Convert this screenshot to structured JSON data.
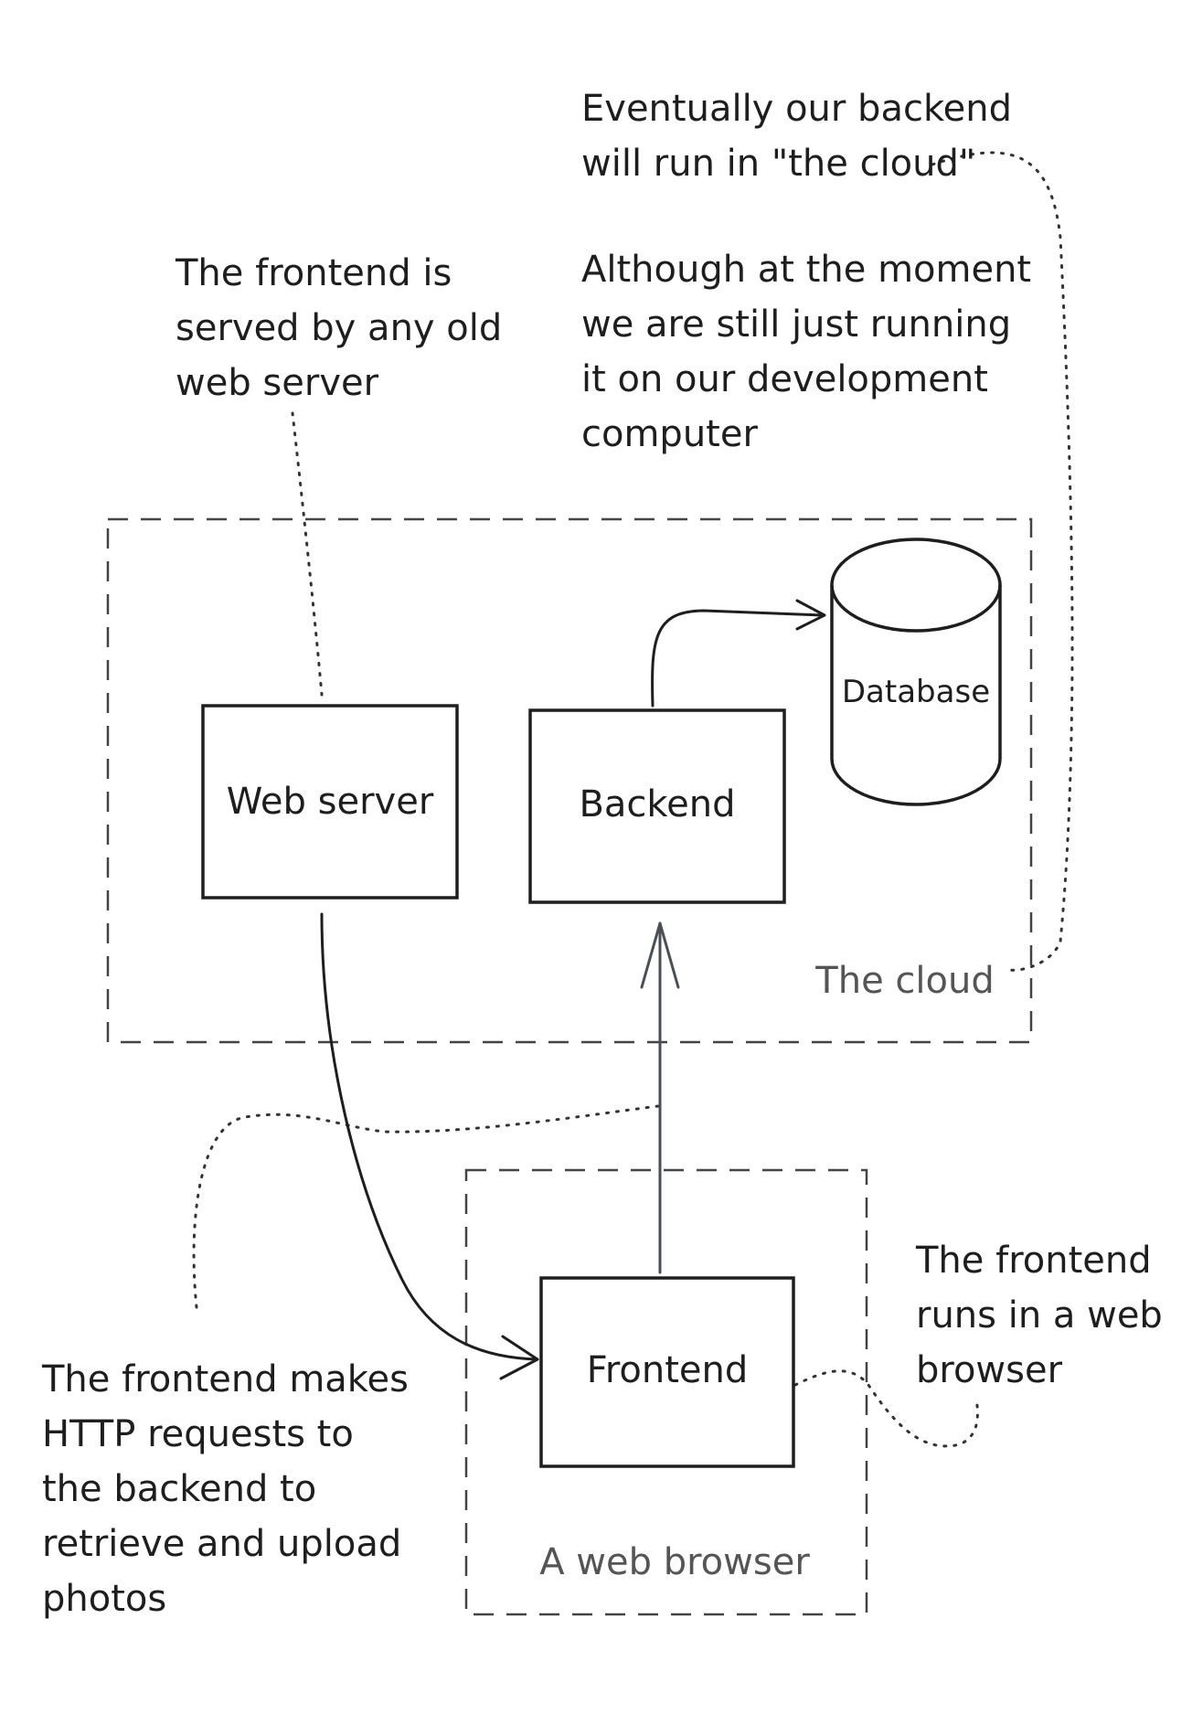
{
  "notes": {
    "cloud_eventually": [
      "Eventually our backend",
      "will run in \"the cloud\""
    ],
    "cloud_although": [
      "Although at the moment",
      "we are still just running",
      "it on our development",
      "computer"
    ],
    "webserver_note": [
      "The frontend is",
      "served by any old",
      "web server"
    ],
    "http_note": [
      "The frontend makes",
      "HTTP requests to",
      "the backend to",
      "retrieve and upload",
      "photos"
    ],
    "browser_note": [
      "The frontend",
      "runs in a web",
      "browser"
    ]
  },
  "nodes": {
    "web_server": "Web server",
    "backend": "Backend",
    "database": "Database",
    "frontend": "Frontend"
  },
  "groups": {
    "cloud": "The cloud",
    "browser": "A web browser"
  }
}
